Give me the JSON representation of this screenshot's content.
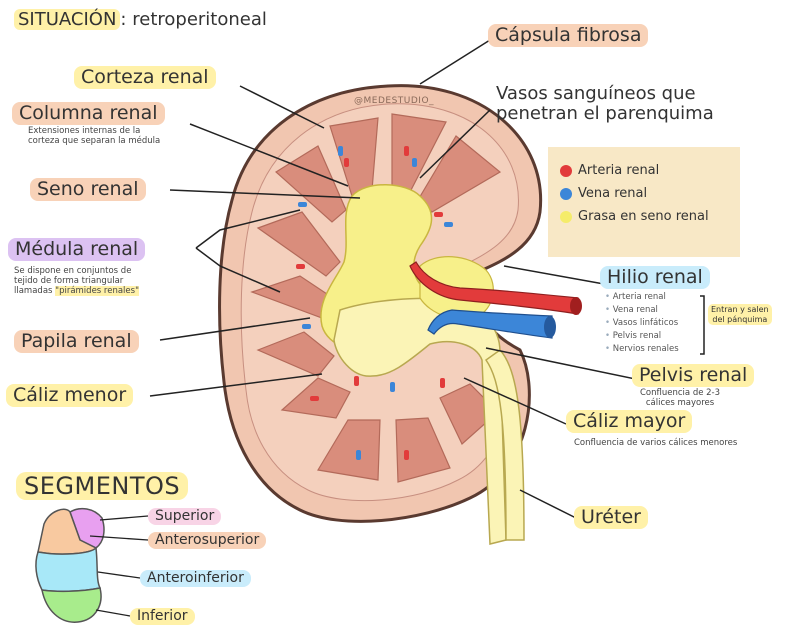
{
  "situacion": {
    "key": "SITUACIÓN",
    "sep": ":",
    "value": "retroperitoneal"
  },
  "watermark": "@MEDESTUDIO_",
  "labels": {
    "capsula": "Cápsula fibrosa",
    "vasos_line1": "Vasos sanguíneos que",
    "vasos_line2": "penetran el parenquima",
    "corteza": "Corteza renal",
    "columna": "Columna renal",
    "columna_desc_1": "Extensiones internas de la",
    "columna_desc_2": "corteza que separan la médula",
    "seno": "Seno renal",
    "medula": "Médula renal",
    "medula_desc_1": "Se dispone en conjuntos de",
    "medula_desc_2": "tejido de forma triangular",
    "medula_desc_3_pre": "llamadas ",
    "medula_desc_3_hl": "\"pirámides renales\"",
    "papila": "Papila renal",
    "caliz_menor": "Cáliz menor",
    "hilio": "Hilio renal",
    "pelvis": "Pelvis renal",
    "pelvis_desc_1": "Confluencia de 2-3",
    "pelvis_desc_2": "cálices mayores",
    "caliz_mayor": "Cáliz mayor",
    "caliz_mayor_desc": "Confluencia de varios cálices menores",
    "ureter": "Uréter"
  },
  "legend": [
    {
      "label": "Arteria renal",
      "color": "#e23b3b"
    },
    {
      "label": "Vena renal",
      "color": "#3c86d8"
    },
    {
      "label": "Grasa en seno renal",
      "color": "#f5ec6a"
    }
  ],
  "hilio_items": [
    "Arteria renal",
    "Vena renal",
    "Vasos linfáticos",
    "Pelvis renal",
    "Nervios renales"
  ],
  "hilio_note_1": "Entran y salen",
  "hilio_note_2": "del pánquima",
  "segmentos": {
    "title": "SEGMENTOS",
    "items": [
      {
        "label": "Superior",
        "color": "#e8a0f0"
      },
      {
        "label": "Anterosuperior",
        "color": "#f8c9a0"
      },
      {
        "label": "Anteroinferior",
        "color": "#a8e8f8"
      },
      {
        "label": "Inferior",
        "color": "#a8ec8c"
      }
    ]
  },
  "colors": {
    "cortex": "#f1c6b0",
    "medulla": "#d98d7c",
    "fat": "#f7f08a",
    "pelvis": "#fbf4b6",
    "artery": "#e23b3b",
    "vein": "#3c86d8",
    "outline": "#5a3a30"
  }
}
